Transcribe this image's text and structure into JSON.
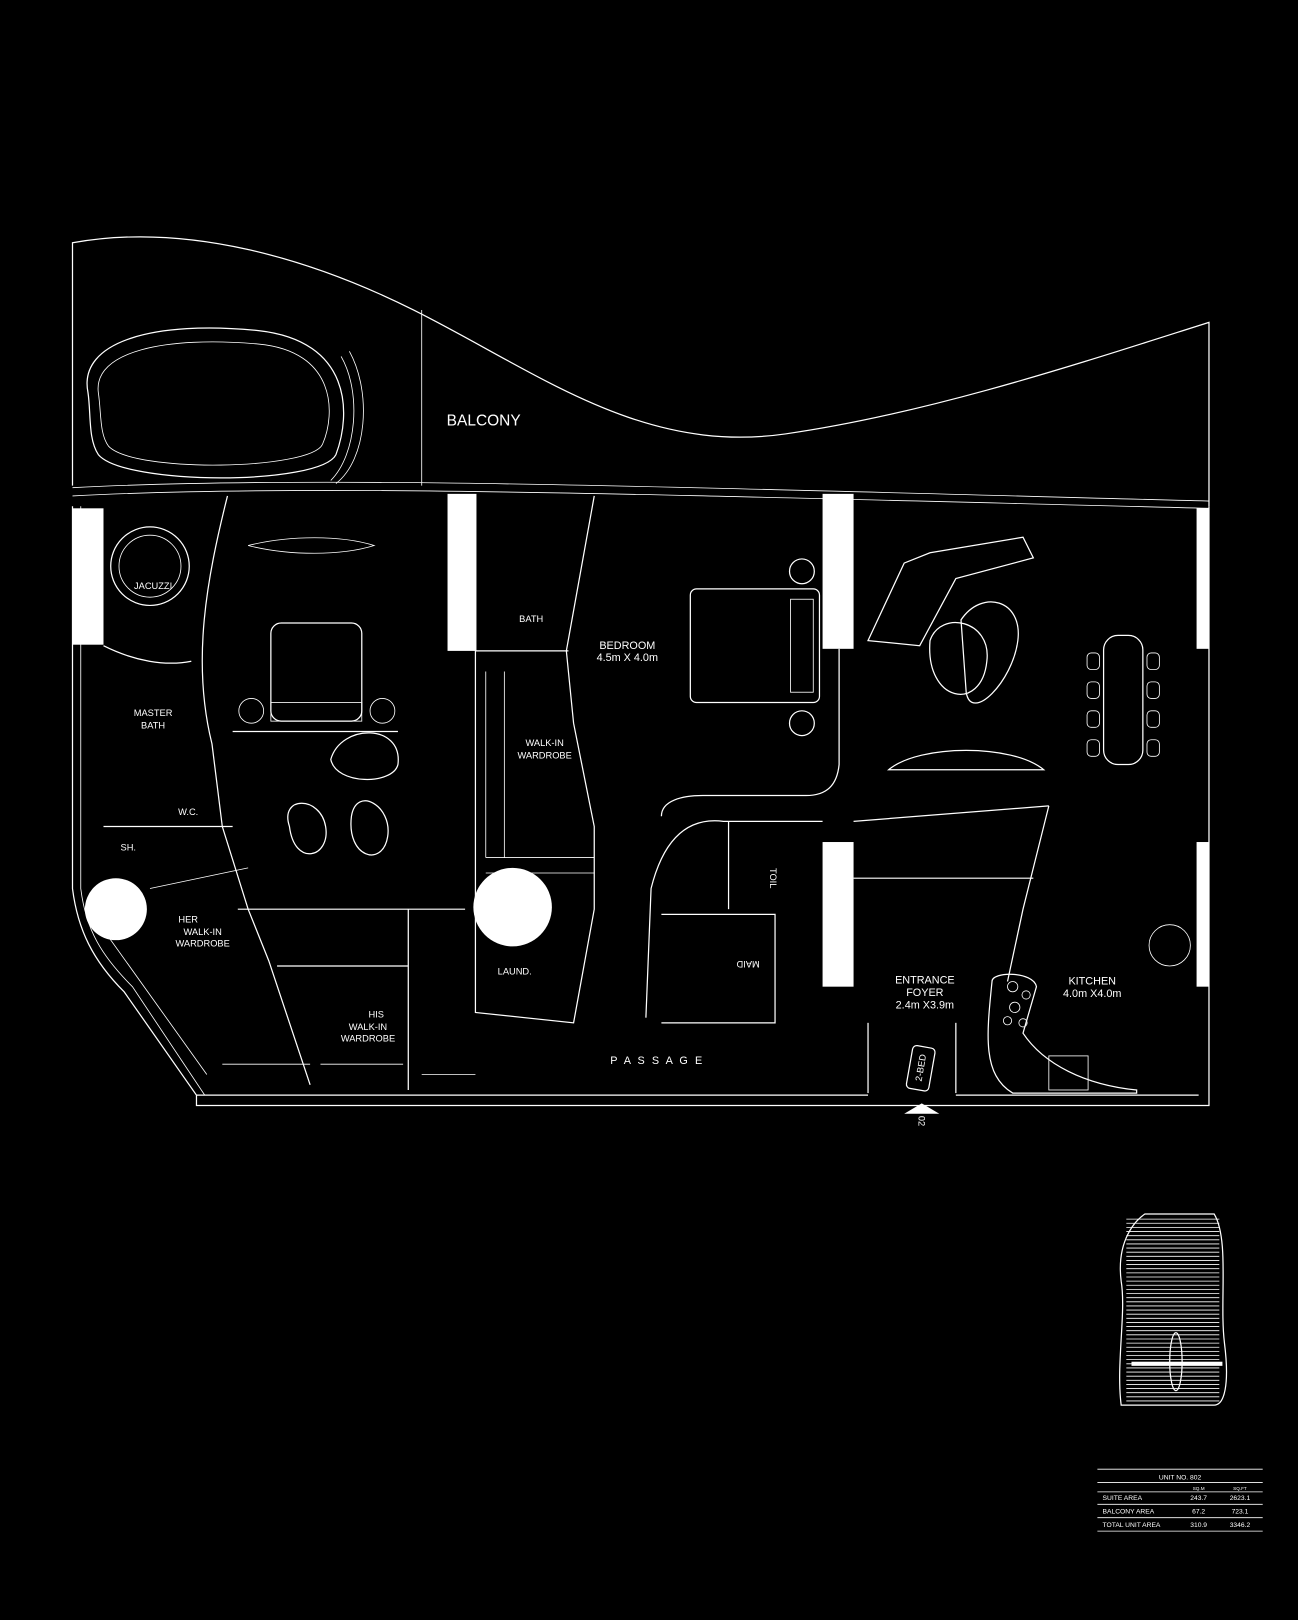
{
  "plan": {
    "balcony": "BALCONY",
    "jacuzzi": "JACUZZI",
    "master_bath": [
      "MASTER",
      "BATH"
    ],
    "shower": "SH.",
    "wc": "W.C.",
    "her_wardrobe": [
      "HER",
      "WALK-IN",
      "WARDROBE"
    ],
    "his_wardrobe": [
      "HIS",
      "WALK-IN",
      "WARDROBE"
    ],
    "bath": "BATH",
    "walkin_wardrobe": [
      "WALK-IN",
      "WARDROBE"
    ],
    "laundry": "LAUND.",
    "bedroom": [
      "BEDROOM",
      "4.5m X 4.0m"
    ],
    "toilet": "TOIL",
    "maid": "MAID",
    "passage": "P A S S A G E",
    "entrance": [
      "ENTRANCE",
      "FOYER",
      "2.4m X3.9m"
    ],
    "unit_tag": "2-BED",
    "entrance_marker": "02",
    "kitchen": [
      "KITCHEN",
      "4.0m X4.0m"
    ]
  },
  "area_table": {
    "title": "UNIT NO. 802",
    "columns": [
      "SQ.M",
      "SQ.FT"
    ],
    "rows": [
      {
        "label": "SUITE AREA",
        "sqm": "243.7",
        "sqft": "2623.1"
      },
      {
        "label": "BALCONY AREA",
        "sqm": "67.2",
        "sqft": "723.1"
      },
      {
        "label": "TOTAL UNIT AREA",
        "sqm": "310.9",
        "sqft": "3346.2"
      }
    ]
  }
}
